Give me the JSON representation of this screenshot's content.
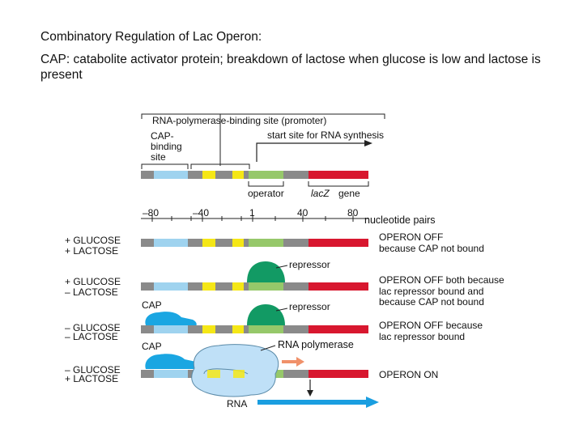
{
  "slide": {
    "title": "Combinatory Regulation of Lac Operon:",
    "description": "CAP: catabolite activator protein; breakdown of lactose when glucose is low and lactose is present"
  },
  "colors": {
    "dna_gray": "#8a8a8a",
    "cap_site": "#9fd3ef",
    "box_yellow": "#f5e716",
    "operator_green": "#96c86a",
    "lacz_red": "#d8172f",
    "repressor_green": "#129a64",
    "cap_blue": "#1aa6e2",
    "polymerase_blue": "#bfe0f7",
    "rna_blue": "#1a9ee0",
    "start_arrow_orange": "#f0916a"
  },
  "diagram": {
    "labels": {
      "promoter": "RNA-polymerase-binding site (promoter)",
      "cap_site_line1": "CAP-",
      "cap_site_line2": "binding",
      "cap_site_line3": "site",
      "start_site": "start site for RNA synthesis",
      "operator": "operator",
      "lacz_gene": "lacZ",
      "lacz_suffix": "gene",
      "nucleotide_pairs": "nucleotide pairs"
    },
    "scale_ticks": [
      "–80",
      "–40",
      "1",
      "40",
      "80"
    ],
    "conditions": [
      {
        "glucose": "+ GLUCOSE",
        "lactose": "+ LACTOSE",
        "status_line1": "OPERON OFF",
        "status_line2": "because CAP not bound",
        "status_line3": ""
      },
      {
        "glucose": "+ GLUCOSE",
        "lactose": "– LACTOSE",
        "status_line1": "OPERON OFF both because",
        "status_line2": "lac repressor bound and",
        "status_line3": "because CAP not bound",
        "repressor_label": "repressor"
      },
      {
        "glucose": "– GLUCOSE",
        "lactose": "– LACTOSE",
        "status_line1": "OPERON OFF because",
        "status_line2": "lac repressor bound",
        "status_line3": "",
        "repressor_label": "repressor",
        "cap_label": "CAP"
      },
      {
        "glucose": "– GLUCOSE",
        "lactose": "+ LACTOSE",
        "status_line1": "OPERON ON",
        "status_line2": "",
        "status_line3": "",
        "cap_label": "CAP",
        "polymerase_label": "RNA polymerase",
        "rna_label": "RNA"
      }
    ]
  }
}
